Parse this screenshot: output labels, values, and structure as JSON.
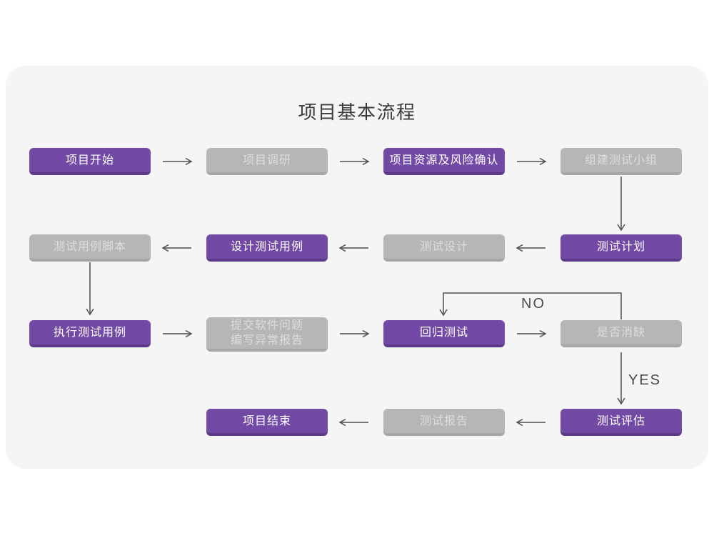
{
  "title": "项目基本流程",
  "labels": {
    "no": "NO",
    "yes": "YES"
  },
  "colors": {
    "page_bg": "#ffffff",
    "card_bg": "#f6f5f6",
    "node_purple": "#7249a4",
    "node_purple_edge": "#5d3a87",
    "node_gray": "#b7b6b7",
    "node_gray_edge": "#a7a6a7",
    "node_text_purple": "#ffffff",
    "node_text_gray": "#dedddd",
    "arrow": "#4f4f4f",
    "title_text": "#3c3c3c"
  },
  "nodes": [
    {
      "id": "project-start",
      "label": "项目开始",
      "variant": "purple"
    },
    {
      "id": "project-research",
      "label": "项目调研",
      "variant": "gray"
    },
    {
      "id": "resource-risk-confirm",
      "label": "项目资源及风险确认",
      "variant": "purple"
    },
    {
      "id": "build-test-team",
      "label": "组建测试小组",
      "variant": "gray"
    },
    {
      "id": "test-case-scripts",
      "label": "测试用例脚本",
      "variant": "gray"
    },
    {
      "id": "design-test-cases",
      "label": "设计测试用例",
      "variant": "purple"
    },
    {
      "id": "test-design",
      "label": "测试设计",
      "variant": "gray"
    },
    {
      "id": "test-plan",
      "label": "测试计划",
      "variant": "purple"
    },
    {
      "id": "execute-test-cases",
      "label": "执行测试用例",
      "variant": "purple"
    },
    {
      "id": "submit-issue-report",
      "label": "提交软件问题\n编写异常报告",
      "variant": "gray"
    },
    {
      "id": "regression-test",
      "label": "回归测试",
      "variant": "purple"
    },
    {
      "id": "defect-resolved",
      "label": "是否消缺",
      "variant": "gray"
    },
    {
      "id": "project-end",
      "label": "项目结束",
      "variant": "purple"
    },
    {
      "id": "test-report",
      "label": "测试报告",
      "variant": "gray"
    },
    {
      "id": "test-evaluation",
      "label": "测试评估",
      "variant": "purple"
    }
  ],
  "edges": [
    {
      "from": "project-start",
      "to": "project-research",
      "label": ""
    },
    {
      "from": "project-research",
      "to": "resource-risk-confirm",
      "label": ""
    },
    {
      "from": "resource-risk-confirm",
      "to": "build-test-team",
      "label": ""
    },
    {
      "from": "build-test-team",
      "to": "test-plan",
      "label": ""
    },
    {
      "from": "test-plan",
      "to": "test-design",
      "label": ""
    },
    {
      "from": "test-design",
      "to": "design-test-cases",
      "label": ""
    },
    {
      "from": "design-test-cases",
      "to": "test-case-scripts",
      "label": ""
    },
    {
      "from": "test-case-scripts",
      "to": "execute-test-cases",
      "label": ""
    },
    {
      "from": "execute-test-cases",
      "to": "submit-issue-report",
      "label": ""
    },
    {
      "from": "submit-issue-report",
      "to": "regression-test",
      "label": ""
    },
    {
      "from": "regression-test",
      "to": "defect-resolved",
      "label": ""
    },
    {
      "from": "defect-resolved",
      "to": "regression-test",
      "label": "NO"
    },
    {
      "from": "defect-resolved",
      "to": "test-evaluation",
      "label": "YES"
    },
    {
      "from": "test-evaluation",
      "to": "test-report",
      "label": ""
    },
    {
      "from": "test-report",
      "to": "project-end",
      "label": ""
    }
  ]
}
